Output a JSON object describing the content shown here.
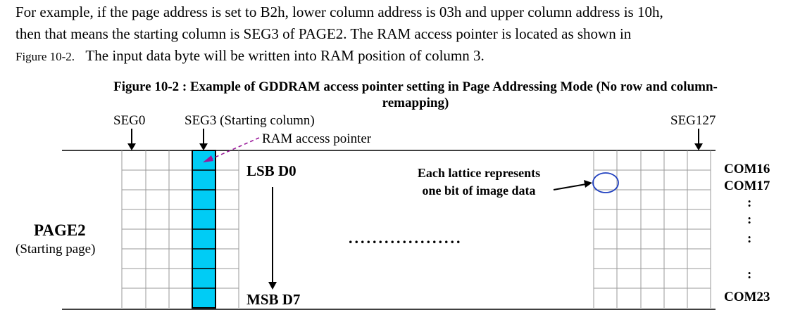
{
  "paragraph": {
    "line1": "For example, if the page address is set to B2h, lower column address is 03h and upper column address is 10h,",
    "line2": "then that means the starting column is SEG3 of PAGE2. The RAM access pointer is located as shown in",
    "line3_figure_ref": "Figure 10-2.",
    "line3_rest": "  The input data byte will be written into RAM position of column 3."
  },
  "figure": {
    "caption_line1": "Figure 10-2 : Example of GDDRAM access pointer setting in Page Addressing Mode (No row and column-",
    "caption_line2": "remapping)"
  },
  "diagram": {
    "seg0_label": "SEG0",
    "seg3_label": "SEG3 (Starting column)",
    "seg127_label": "SEG127",
    "pointer_label": "RAM access pointer",
    "lsb_label": "LSB D0",
    "msb_label": "MSB D7",
    "page_label": "PAGE2",
    "page_sublabel": "(Starting page)",
    "lattice_note_line1": "Each lattice represents",
    "lattice_note_line2": "one bit of image data",
    "com_labels": [
      "COM16",
      "COM17",
      ":",
      ":",
      ":",
      ":",
      "COM23"
    ],
    "ellipsis": "...................",
    "colors": {
      "highlight": "#00ccf5",
      "pointer_arrow": "#9a1a9a",
      "lattice_circle": "#1f3fbf",
      "grid_line": "#9a9a9a"
    }
  }
}
